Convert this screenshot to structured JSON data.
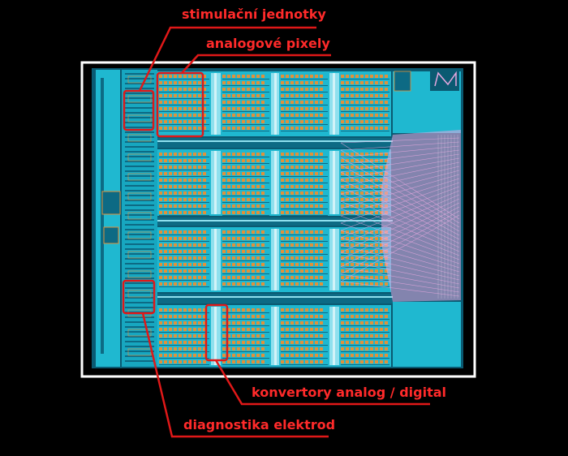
{
  "labels": {
    "stimulation_units": "stimulační jednotky",
    "analog_pixels": "analogové pixely",
    "ad_converters": "konvertory analog / digital",
    "electrode_diagnostics": "diagnostika elektrod"
  },
  "colors": {
    "background": "#000000",
    "frame": "#ffffff",
    "chip": "#1fb8d0",
    "pixel": "#e0913a",
    "routing": "#e8a8e0",
    "callout": "#e01818",
    "label": "#ff2a2a"
  }
}
